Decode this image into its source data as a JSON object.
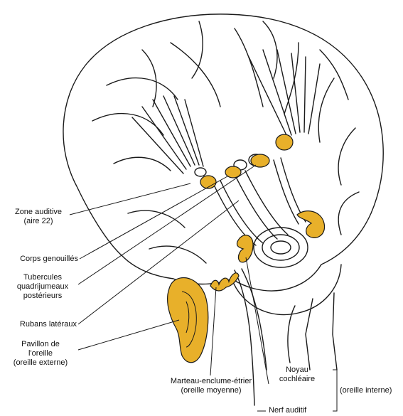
{
  "colors": {
    "highlight": "#E8B02A",
    "ink": "#1A1A1A",
    "background": "#FFFFFF"
  },
  "labels": {
    "zone_auditive": {
      "line1": "Zone auditive",
      "line2": "(aire 22)"
    },
    "corps_genouilles": {
      "line1": "Corps genouillés"
    },
    "tubercules": {
      "line1": "Tubercules",
      "line2": "quadrijumeaux",
      "line3": "postérieurs"
    },
    "rubans_lateraux": {
      "line1": "Rubans latéraux"
    },
    "pavillon": {
      "line1": "Pavillon de",
      "line2": "l'oreille",
      "line3": "(oreille externe)"
    },
    "marteau": {
      "line1": "Marteau-enclume-étrier",
      "line2": "(oreille moyenne)"
    },
    "noyau": {
      "line1": "Noyau",
      "line2": "cochléaire"
    },
    "nerf_auditif": {
      "line1": "Nerf auditif"
    },
    "oreille_interne": {
      "line1": "(oreille interne)"
    }
  }
}
